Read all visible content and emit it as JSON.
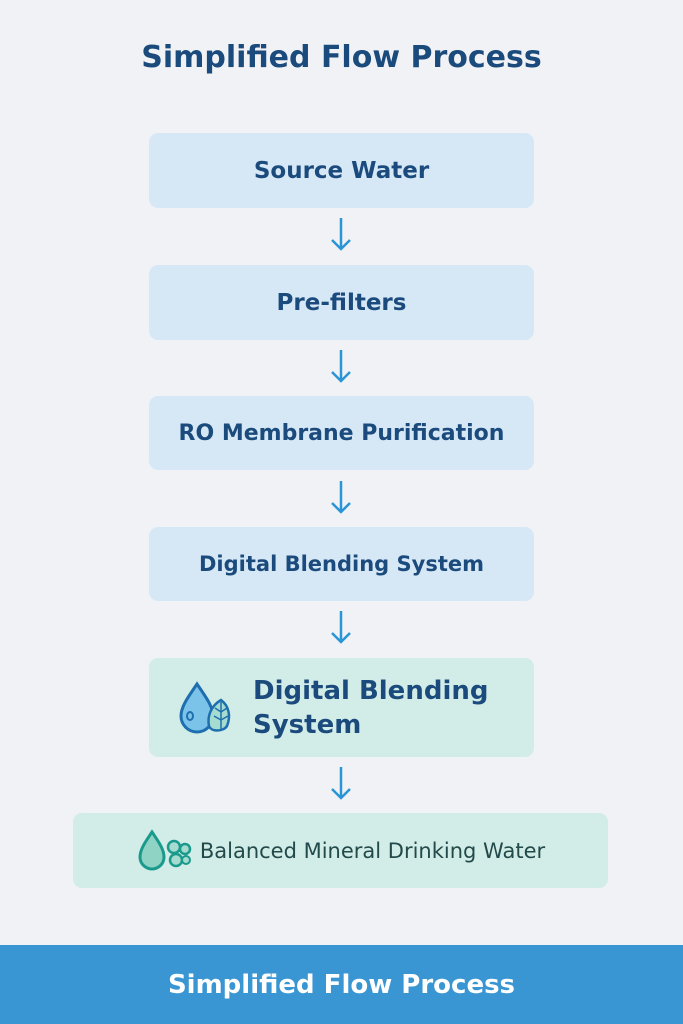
{
  "title": "Simplified Flow Process",
  "steps": [
    {
      "label": "Source Water"
    },
    {
      "label": "Pre-filters"
    },
    {
      "label": "RO Membrane Purification"
    },
    {
      "label": "Digital Blending System"
    },
    {
      "label": "Digital Blending System",
      "icon": "water-drop-leaf-icon"
    },
    {
      "label": "Balanced Mineral Drinking Water",
      "icon": "water-drop-minerals-icon"
    }
  ],
  "footer": "Simplified Flow Process",
  "colors": {
    "primary_text": "#1b4a7c",
    "box_blue": "#d6e8f6",
    "box_green": "#d2ece7",
    "arrow": "#2a95d6",
    "footer": "#3a96d2"
  }
}
